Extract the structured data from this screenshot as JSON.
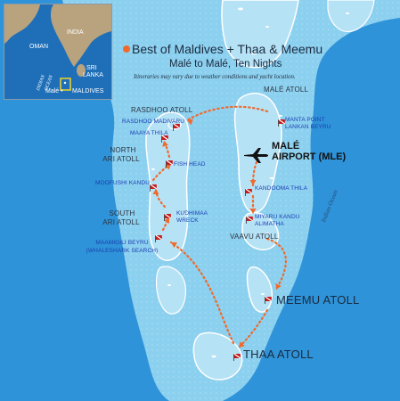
{
  "title": {
    "main": "Best of Maldives + Thaa & Meemu",
    "subtitle": "Malé to Malé, Ten Nights",
    "note": "Itineraries may vary due to weather conditions and yacht location.",
    "bullet_color": "#ef6a2c"
  },
  "inset": {
    "labels": {
      "oman": "OMAN",
      "india": "INDIA",
      "sri_lanka_1": "SRI",
      "sri_lanka_2": "LANKA",
      "indian_ocean_1": "INDIAN",
      "indian_ocean_2": "OCEAN",
      "male": "Malé",
      "maldives": "MALDIVES"
    },
    "ocean_color": "#1e6fb8",
    "land_color": "#b9a27e",
    "highlight_color": "#f3d42a"
  },
  "atolls": {
    "rasdhoo": "RASDHOO ATOLL",
    "north_ari_1": "NORTH",
    "north_ari_2": "ARI ATOLL",
    "south_ari_1": "SOUTH",
    "south_ari_2": "ARI ATOLL",
    "male_atoll": "MALÉ ATOLL",
    "vaavu": "VAAVU ATOLL",
    "meemu": "MEEMU ATOLL",
    "thaa": "THAA ATOLL"
  },
  "airport": {
    "line1": "MALÉ",
    "line2": "AIRPORT (MLE)",
    "icon": "airplane-icon"
  },
  "sites": {
    "rasdhoo_madivaru": "RASDHOO MADIVARU",
    "maaya_thila": "MAAYA THILA",
    "fish_head": "FISH HEAD",
    "moofushi_kandu": "MOOFUSHI KANDU",
    "kudhimaa_1": "KUDHIMAA",
    "kudhimaa_2": "WRECK",
    "maamigili_1": "MAAMIGILI BEYRU",
    "maamigili_2": "(WHALESHARK SEARCH)",
    "manta_point_1": "MANTA POINT",
    "manta_point_2": "LANKAN BEYRU",
    "kandooma_thila": "KANDOOMA THILA",
    "miyaru_kandu_1": "MIYARU KANDU",
    "miyaru_kandu_2": "ALIMATHA"
  },
  "ocean_label": "Indian Ocean",
  "colors": {
    "deep_water": "#2e93d8",
    "reef_water": "#8cd0ef",
    "lagoon": "#b6e2f6",
    "land": "#ffffff",
    "route": "#ef6a2c",
    "flag_red": "#c41a1a",
    "flag_white": "#ffffff"
  }
}
